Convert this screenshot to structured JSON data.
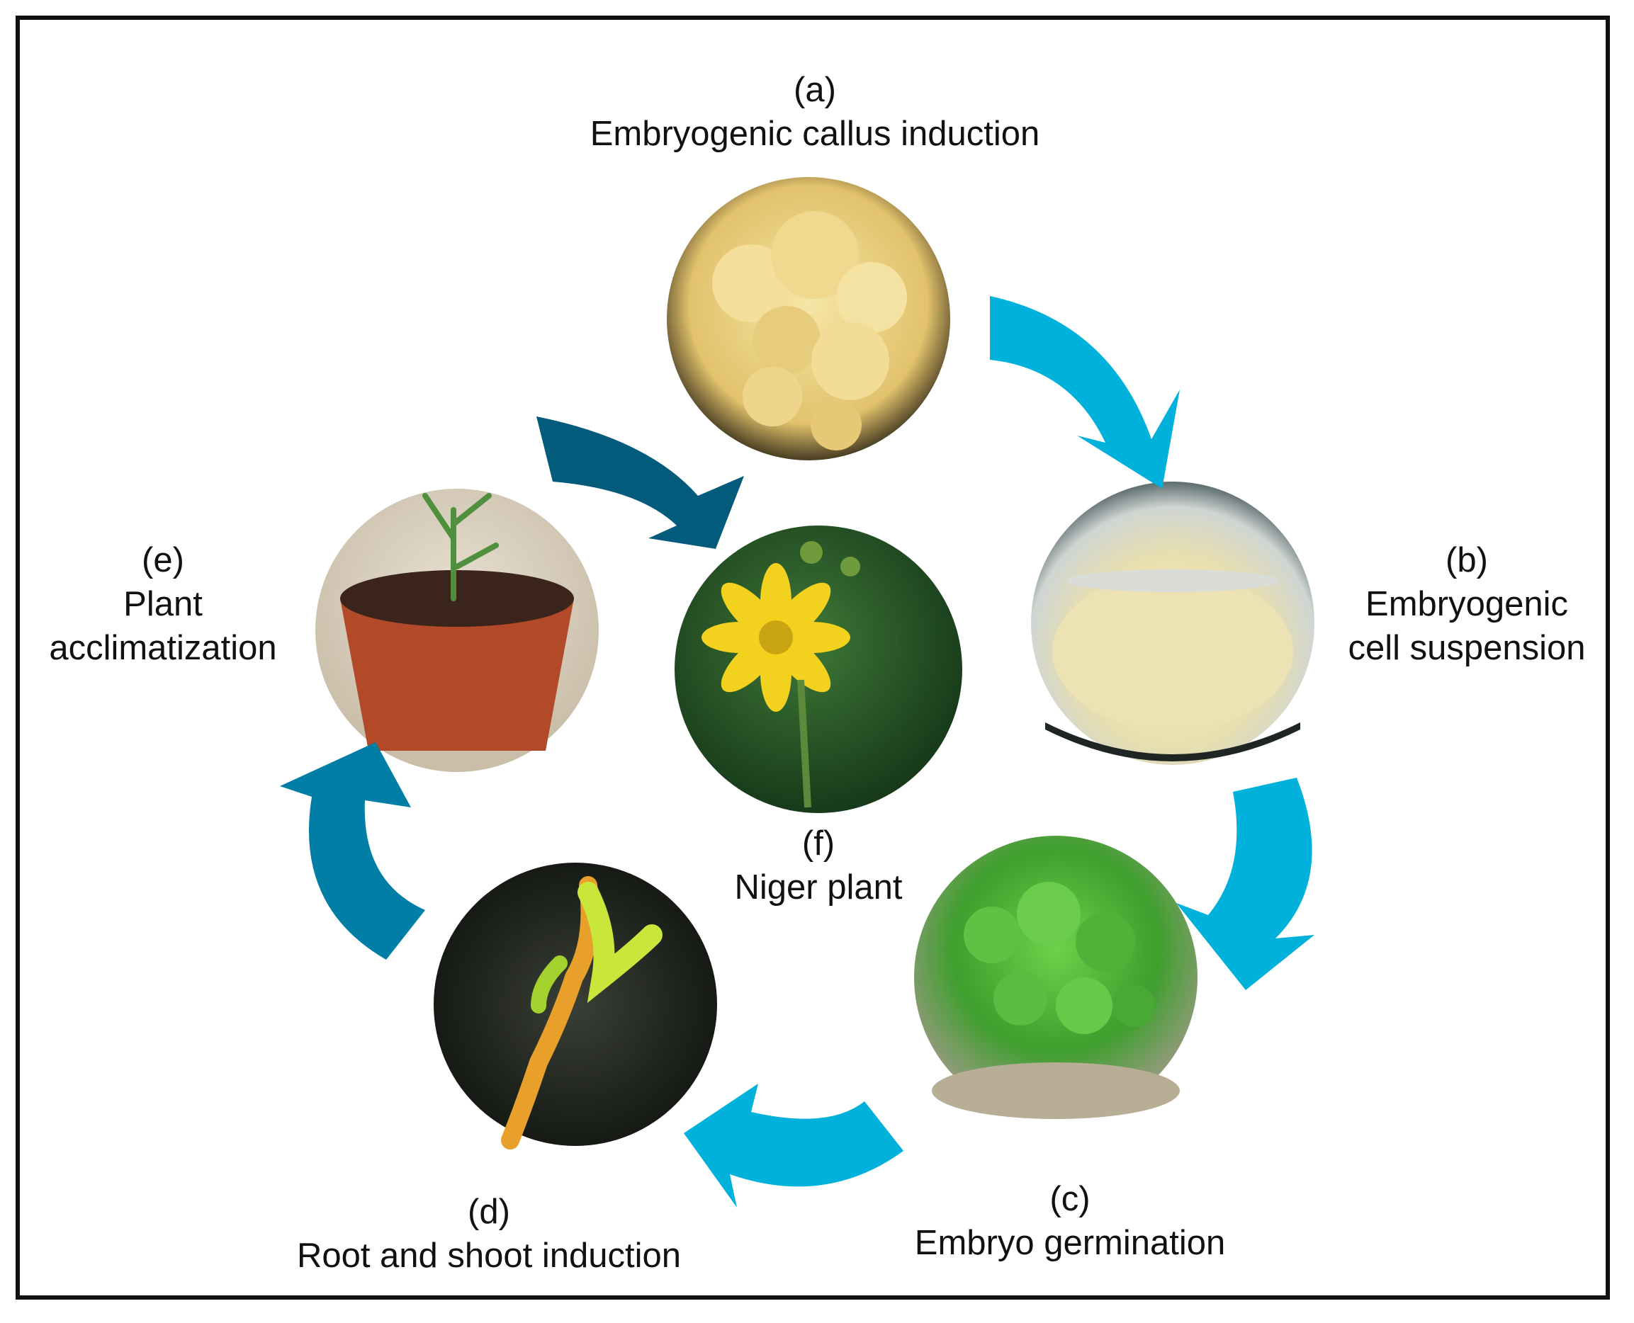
{
  "colors": {
    "arrow_light": "#00b2db",
    "arrow_mid": "#007ea6",
    "arrow_dark": "#035b7c",
    "border": "#111111"
  },
  "stages": {
    "a": {
      "letter": "(a)",
      "title": "Embryogenic callus induction"
    },
    "b": {
      "letter": "(b)",
      "line1": "Embryogenic",
      "line2": "cell suspension"
    },
    "c": {
      "letter": "(c)",
      "title": "Embryo germination"
    },
    "d": {
      "letter": "(d)",
      "title": "Root and shoot induction"
    },
    "e": {
      "letter": "(e)",
      "line1": "Plant",
      "line2": "acclimatization"
    },
    "f": {
      "letter": "(f)",
      "title": "Niger plant"
    }
  }
}
